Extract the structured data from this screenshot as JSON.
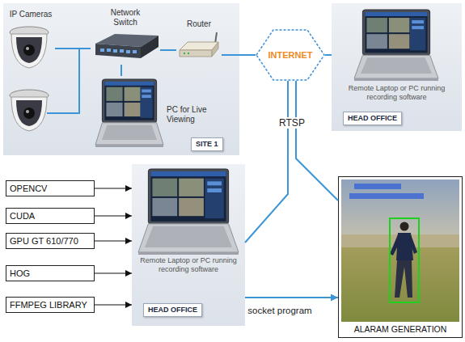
{
  "diagram": {
    "nodes": [
      {
        "text": [
          "SITE 1"
        ]
      },
      {
        "text": [
          "IP Cameras"
        ],
        "in": 0
      },
      {
        "text": [
          "Network Switch"
        ],
        "in": 0
      },
      {
        "text": [
          "Router"
        ],
        "in": 0
      },
      {
        "text": [
          "PC for Live Viewing"
        ],
        "in": 0
      },
      {
        "text": [
          "INTERNET"
        ]
      },
      {
        "text": [
          "Remote Laptop or PC running recording software",
          "HEAD OFFICE"
        ]
      },
      {
        "text": [
          "OPENCV"
        ]
      },
      {
        "text": [
          "CUDA"
        ]
      },
      {
        "text": [
          "GPU GT 610/770"
        ]
      },
      {
        "text": [
          "HOG"
        ]
      },
      {
        "text": [
          "FFMPEG LIBRARY"
        ]
      },
      {
        "text": [
          "Remote Laptop or PC running recording software",
          "HEAD OFFICE"
        ]
      },
      {
        "text": [
          "ALARAM GENERATION"
        ]
      }
    ],
    "edges": [
      {
        "from": 1,
        "to": 2,
        "arrow": "none"
      },
      {
        "from": 2,
        "to": 3,
        "arrow": "none"
      },
      {
        "from": 2,
        "to": 4,
        "arrow": "none"
      },
      {
        "from": 3,
        "to": 5,
        "arrow": "none"
      },
      {
        "from": 5,
        "to": 6,
        "arrow": "none"
      },
      {
        "from": 5,
        "to": 12,
        "arrow": "none",
        "label": "RTSP"
      },
      {
        "from": 5,
        "to": 13,
        "arrow": "none"
      },
      {
        "from": 7,
        "to": 12,
        "arrow": "to"
      },
      {
        "from": 8,
        "to": 12,
        "arrow": "to"
      },
      {
        "from": 9,
        "to": 12,
        "arrow": "to"
      },
      {
        "from": 10,
        "to": 12,
        "arrow": "to"
      },
      {
        "from": 11,
        "to": 12,
        "arrow": "to"
      },
      {
        "from": 12,
        "to": 13,
        "arrow": "to",
        "label": "socket program"
      }
    ]
  }
}
